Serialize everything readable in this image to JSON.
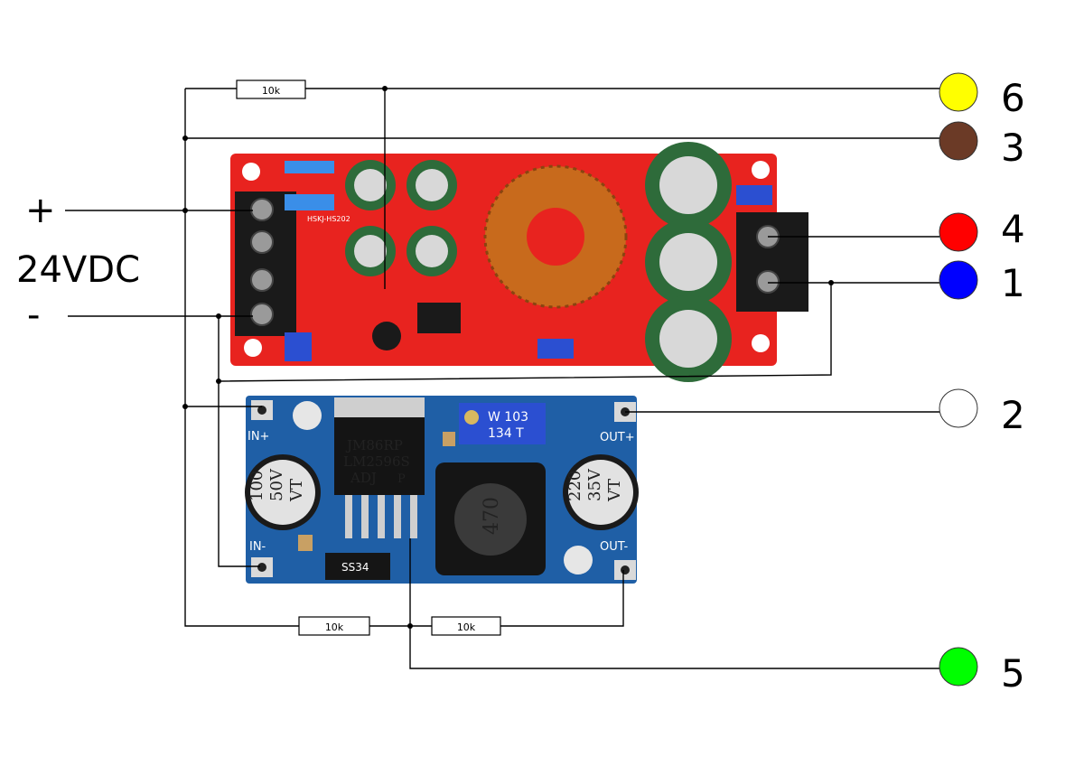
{
  "supply": {
    "plus": "+",
    "voltage": "24VDC",
    "minus": "-"
  },
  "resistors": [
    "10k",
    "10k",
    "10k"
  ],
  "terminals": [
    {
      "number": "6",
      "color": "#ffff00"
    },
    {
      "number": "3",
      "color": "#6b3a26"
    },
    {
      "number": "4",
      "color": "#ff0000"
    },
    {
      "number": "1",
      "color": "#0000ff"
    },
    {
      "number": "2",
      "color": "#ffffff"
    },
    {
      "number": "5",
      "color": "#00ff00"
    }
  ],
  "boost_module": {
    "board_color": "#e8231f",
    "silkscreen": "HSKJ-HS202"
  },
  "buck_module": {
    "board_color": "#1f5fa6",
    "chip_lines": [
      "JM86RP",
      "LM2596S",
      "ADJ"
    ],
    "chip_suffix": "P",
    "pot_lines": [
      "W 103",
      "134 T"
    ],
    "cap_in": [
      "100",
      "50V",
      "VT"
    ],
    "cap_out": [
      "220",
      "35V",
      "VT"
    ],
    "inductor": "470",
    "diode": "SS34",
    "pin_labels": [
      "IN+",
      "IN-",
      "OUT+",
      "OUT-"
    ]
  }
}
